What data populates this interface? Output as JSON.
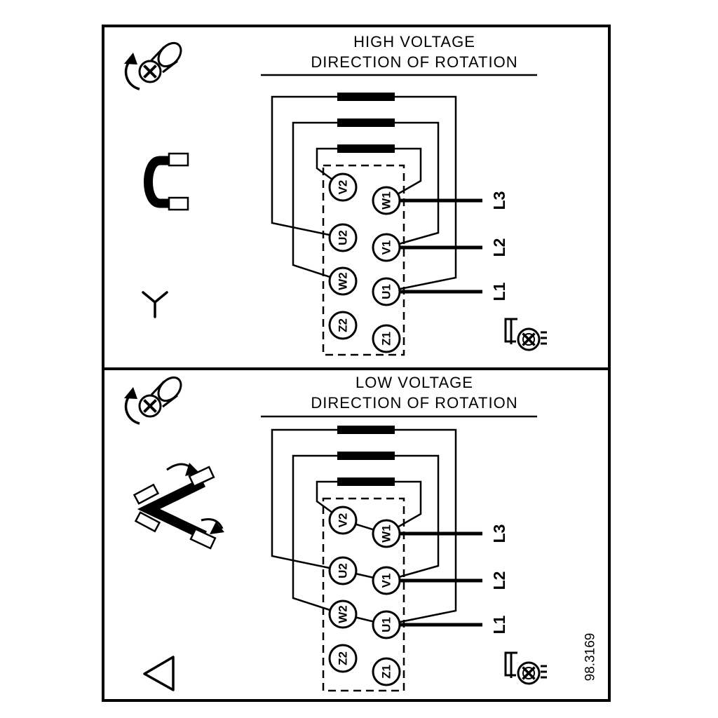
{
  "drawing": {
    "part_number": "98.3169"
  },
  "panels": [
    {
      "name": "high-voltage",
      "title_line1": "HIGH VOLTAGE",
      "title_line2": "DIRECTION OF ROTATION",
      "connection_symbol": "star",
      "terminals_left": [
        "V2",
        "U2",
        "W2",
        "Z2"
      ],
      "terminals_right": [
        "W1",
        "V1",
        "U1",
        "Z1"
      ],
      "supply_lines": [
        "L3",
        "L2",
        "L1"
      ],
      "icons": [
        "screw-rotation-icon",
        "jumper-bracket-icon",
        "star-connection-icon",
        "terminal-screw-icon"
      ]
    },
    {
      "name": "low-voltage",
      "title_line1": "LOW VOLTAGE",
      "title_line2": "DIRECTION OF ROTATION",
      "connection_symbol": "delta",
      "terminals_left": [
        "V2",
        "U2",
        "W2",
        "Z2"
      ],
      "terminals_right": [
        "W1",
        "V1",
        "U1",
        "Z1"
      ],
      "supply_lines": [
        "L3",
        "L2",
        "L1"
      ],
      "icons": [
        "screw-rotation-icon",
        "delta-jumper-icon",
        "delta-connection-icon",
        "terminal-screw-icon"
      ]
    }
  ]
}
